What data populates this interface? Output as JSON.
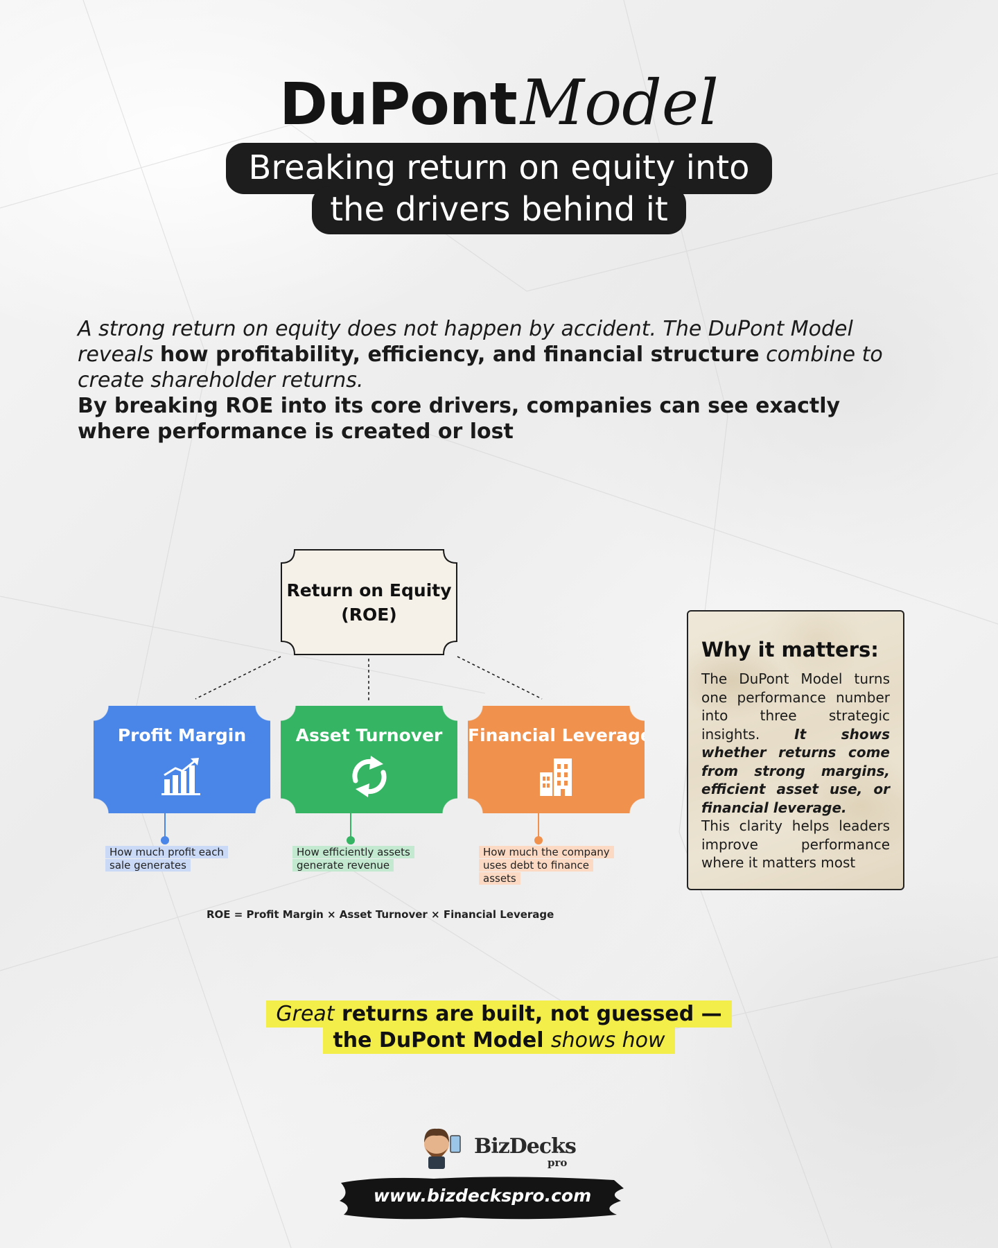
{
  "header": {
    "title_main": "DuPont",
    "title_script": "Model",
    "subtitle_line1": "Breaking return on equity into",
    "subtitle_line2": "the drivers behind it"
  },
  "intro": {
    "p1_a": "A strong return on equity does not happen by accident. The DuPont Model reveals ",
    "p1_bold": "how profitability, efficiency, and financial structure",
    "p1_b": " combine to create shareholder returns.",
    "p2": "By breaking ROE into its core drivers, companies can see exactly where performance is created or lost"
  },
  "diagram": {
    "root": {
      "line1": "Return on Equity",
      "line2": "(ROE)"
    },
    "drivers": [
      {
        "label": "Profit Margin",
        "icon": "bar-chart-growth-icon",
        "color": "#4a86e8",
        "description": "How much profit each sale generates",
        "highlight": "#c9d9f6"
      },
      {
        "label": "Asset Turnover",
        "icon": "refresh-arrows-icon",
        "color": "#35b563",
        "description": "How efficiently assets generate revenue",
        "highlight": "#c3ead0"
      },
      {
        "label": "Financial Leverage",
        "icon": "building-icon",
        "color": "#f1914e",
        "description": "How much the company uses debt to finance assets",
        "highlight": "#fbd9c2"
      }
    ],
    "formula": "ROE = Profit Margin × Asset Turnover × Financial Leverage"
  },
  "why": {
    "heading": "Why it matters:",
    "t1": "The DuPont Model turns one performance number into three strategic insights. ",
    "t2": "It shows whether returns come from strong margins, efficient asset use, or financial leverage.",
    "t3": " This clarity helps leaders improve performance where it matters most"
  },
  "tagline": {
    "l1_italic": "Great",
    "l1_rest": " returns are built, not guessed —",
    "l2_bold": "the DuPont Model ",
    "l2_italic": "shows how"
  },
  "brand": {
    "name": "BizDecks",
    "suffix": "pro",
    "url": "www.bizdeckspro.com"
  }
}
